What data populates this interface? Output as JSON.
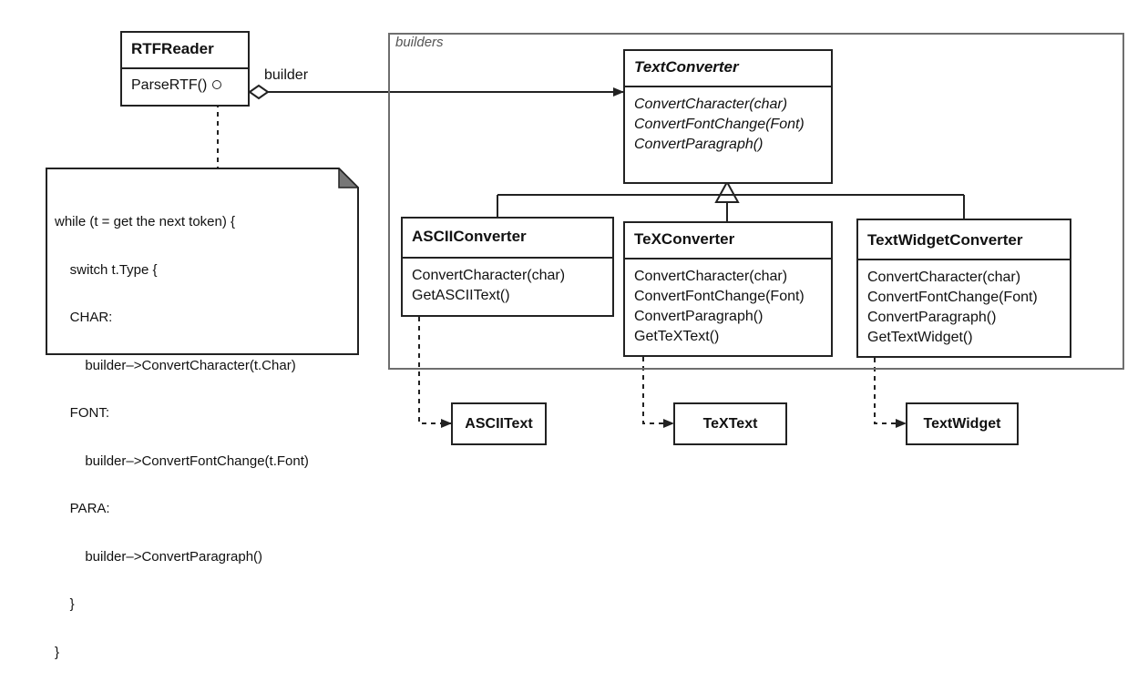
{
  "package": {
    "label": "builders"
  },
  "reader": {
    "name": "RTFReader",
    "operations": [
      "ParseRTF()"
    ]
  },
  "association": {
    "role": "builder"
  },
  "note": {
    "lines": [
      "while (t = get the next token) {",
      "    switch t.Type {",
      "    CHAR:",
      "        builder–>ConvertCharacter(t.Char)",
      "    FONT:",
      "        builder–>ConvertFontChange(t.Font)",
      "    PARA:",
      "        builder–>ConvertParagraph()",
      "    }",
      "}"
    ]
  },
  "abstract_builder": {
    "name": "TextConverter",
    "operations": [
      "ConvertCharacter(char)",
      "ConvertFontChange(Font)",
      "ConvertParagraph()"
    ]
  },
  "concrete_builders": [
    {
      "name": "ASCIIConverter",
      "operations": [
        "ConvertCharacter(char)",
        "GetASCIIText()"
      ],
      "product": "ASCIIText"
    },
    {
      "name": "TeXConverter",
      "operations": [
        "ConvertCharacter(char)",
        "ConvertFontChange(Font)",
        "ConvertParagraph()",
        "GetTeXText()"
      ],
      "product": "TeXText"
    },
    {
      "name": "TextWidgetConverter",
      "operations": [
        "ConvertCharacter(char)",
        "ConvertFontChange(Font)",
        "ConvertParagraph()",
        "GetTextWidget()"
      ],
      "product": "TextWidget"
    }
  ]
}
